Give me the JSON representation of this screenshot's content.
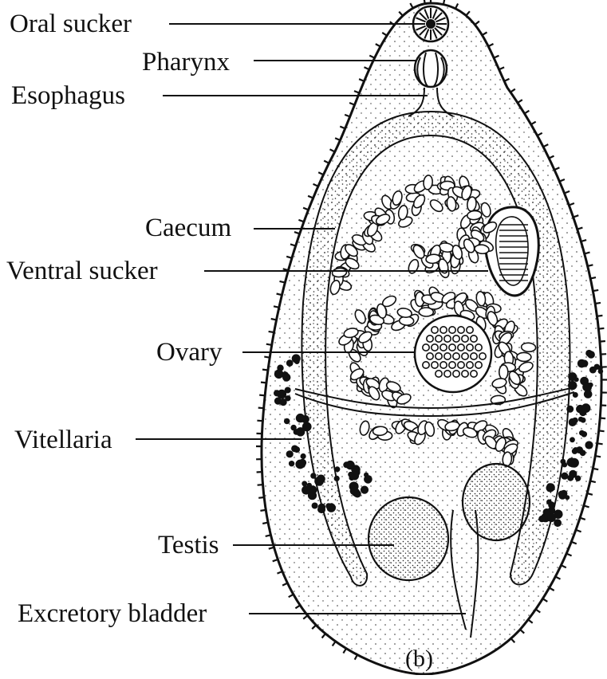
{
  "figure": {
    "panel_label": "(b)",
    "ink_color": "#111111",
    "paper_color": "#ffffff"
  },
  "labels": [
    {
      "key": "oral_sucker",
      "text": "Oral sucker"
    },
    {
      "key": "pharynx",
      "text": "Pharynx"
    },
    {
      "key": "esophagus",
      "text": "Esophagus"
    },
    {
      "key": "caecum",
      "text": "Caecum"
    },
    {
      "key": "ventral_sucker",
      "text": "Ventral sucker"
    },
    {
      "key": "ovary",
      "text": "Ovary"
    },
    {
      "key": "vitellaria",
      "text": "Vitellaria"
    },
    {
      "key": "testis",
      "text": "Testis"
    },
    {
      "key": "excretory_bladder",
      "text": "Excretory bladder"
    }
  ]
}
